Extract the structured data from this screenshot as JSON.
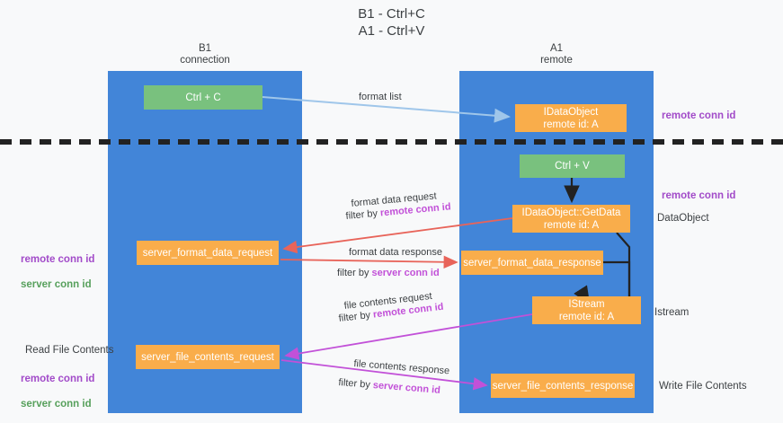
{
  "title": "B1 - Ctrl+C\nA1 - Ctrl+V",
  "lanes": [
    {
      "name": "b1",
      "header": "B1\nconnection"
    },
    {
      "name": "a1",
      "header": "A1\nremote"
    }
  ],
  "nodes": {
    "ctrl_c": {
      "label": "Ctrl + C",
      "color": "#79c17e"
    },
    "idataobject": {
      "line1": "IDataObject",
      "line2": "remote id: A",
      "color": "#f9ad4b"
    },
    "ctrl_v": {
      "label": "Ctrl + V",
      "color": "#79c17e"
    },
    "getdata": {
      "line1": "IDataObject::GetData",
      "line2": "remote id: A",
      "color": "#f9ad4b"
    },
    "server_format_data_request": {
      "label": "server_format_data_request",
      "color": "#f9ad4b"
    },
    "server_format_data_response": {
      "label": "server_format_data_response",
      "color": "#f9ad4b"
    },
    "istream": {
      "line1": "IStream",
      "line2": "remote id: A",
      "color": "#f9ad4b"
    },
    "server_file_contents_request": {
      "label": "server_file_contents_request",
      "color": "#f9ad4b"
    },
    "server_file_contents_response": {
      "label": "server_file_contents_response",
      "color": "#f9ad4b"
    }
  },
  "edges": {
    "format_list": {
      "label": "format list"
    },
    "format_data_request": {
      "label": "format data request",
      "filter_prefix": "filter by ",
      "filter_key": "remote conn id"
    },
    "format_data_response": {
      "label": "format data response",
      "filter_prefix": "filter by ",
      "filter_key": "server conn id"
    },
    "file_contents_request": {
      "label": "file contents request",
      "filter_prefix": "filter by ",
      "filter_key": "remote conn id"
    },
    "file_contents_response": {
      "label": "file contents response",
      "filter_prefix": "filter by ",
      "filter_key": "server conn id"
    }
  },
  "annotations": {
    "remote_conn_id_top": "remote conn id",
    "remote_conn_id_middle": "remote conn id",
    "dataobject": "DataObject",
    "istream": "Istream",
    "write_file_contents": "Write File Contents",
    "read_file_contents": "Read File Contents",
    "left_remote_conn_id_1": "remote conn id",
    "left_server_conn_id_1": "server conn id",
    "left_remote_conn_id_2": "remote conn id",
    "left_server_conn_id_2": "server conn id"
  },
  "colors": {
    "lane": "#4285d8",
    "green_node": "#79c17e",
    "orange_node": "#f9ad4b",
    "purple_text": "#a24bc9",
    "green_text": "#57a05c",
    "magenta_highlight": "#c251d8",
    "arrow_blue": "#9fc6ea",
    "arrow_red": "#e8645a",
    "arrow_magenta": "#c251d8",
    "arrow_black": "#222222",
    "background": "#f8f9fa"
  }
}
